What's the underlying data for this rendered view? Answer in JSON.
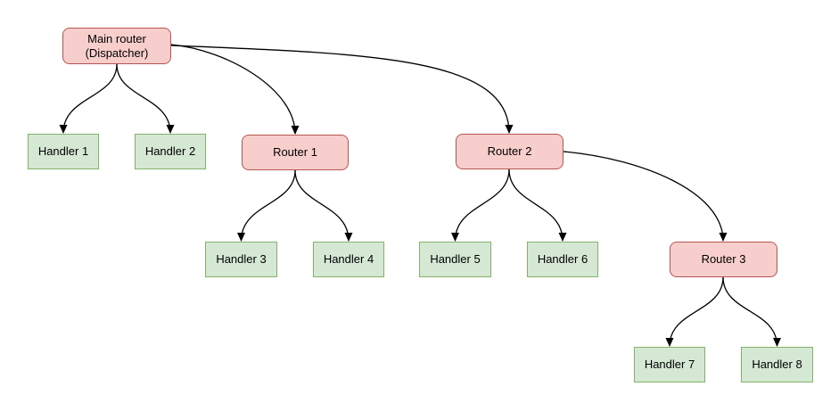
{
  "diagram": {
    "nodes": [
      {
        "id": "main-router",
        "label": "Main router\n(Dispatcher)",
        "kind": "router"
      },
      {
        "id": "handler-1",
        "label": "Handler 1",
        "kind": "handler"
      },
      {
        "id": "handler-2",
        "label": "Handler 2",
        "kind": "handler"
      },
      {
        "id": "router-1",
        "label": "Router 1",
        "kind": "router"
      },
      {
        "id": "router-2",
        "label": "Router 2",
        "kind": "router"
      },
      {
        "id": "handler-3",
        "label": "Handler 3",
        "kind": "handler"
      },
      {
        "id": "handler-4",
        "label": "Handler 4",
        "kind": "handler"
      },
      {
        "id": "handler-5",
        "label": "Handler 5",
        "kind": "handler"
      },
      {
        "id": "handler-6",
        "label": "Handler 6",
        "kind": "handler"
      },
      {
        "id": "router-3",
        "label": "Router 3",
        "kind": "router"
      },
      {
        "id": "handler-7",
        "label": "Handler 7",
        "kind": "handler"
      },
      {
        "id": "handler-8",
        "label": "Handler 8",
        "kind": "handler"
      }
    ],
    "edges": [
      {
        "from": "main-router",
        "to": "handler-1"
      },
      {
        "from": "main-router",
        "to": "handler-2"
      },
      {
        "from": "main-router",
        "to": "router-1"
      },
      {
        "from": "main-router",
        "to": "router-2"
      },
      {
        "from": "router-1",
        "to": "handler-3"
      },
      {
        "from": "router-1",
        "to": "handler-4"
      },
      {
        "from": "router-2",
        "to": "handler-5"
      },
      {
        "from": "router-2",
        "to": "handler-6"
      },
      {
        "from": "router-2",
        "to": "router-3"
      },
      {
        "from": "router-3",
        "to": "handler-7"
      },
      {
        "from": "router-3",
        "to": "handler-8"
      }
    ],
    "colors": {
      "background": "#ffffff",
      "text": "#000000",
      "edge": "#000000",
      "router_fill": "#f8cecc",
      "router_stroke": "#b85450",
      "handler_fill": "#d5e8d4",
      "handler_stroke": "#82b366"
    }
  }
}
